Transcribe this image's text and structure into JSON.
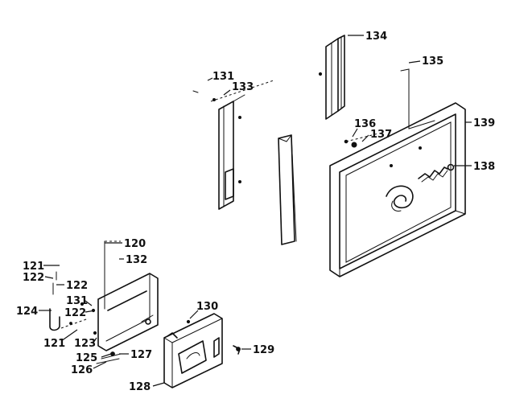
{
  "diagram": {
    "callouts": [
      {
        "id": "134",
        "text": "134"
      },
      {
        "id": "135",
        "text": "135"
      },
      {
        "id": "131a",
        "text": "131"
      },
      {
        "id": "133",
        "text": "133"
      },
      {
        "id": "136",
        "text": "136"
      },
      {
        "id": "137",
        "text": "137"
      },
      {
        "id": "139",
        "text": "139"
      },
      {
        "id": "138",
        "text": "138"
      },
      {
        "id": "120",
        "text": "120"
      },
      {
        "id": "132",
        "text": "132"
      },
      {
        "id": "121a",
        "text": "121"
      },
      {
        "id": "122a",
        "text": "122"
      },
      {
        "id": "122b",
        "text": "122"
      },
      {
        "id": "131b",
        "text": "131"
      },
      {
        "id": "122c",
        "text": "122"
      },
      {
        "id": "124",
        "text": "124"
      },
      {
        "id": "121b",
        "text": "121"
      },
      {
        "id": "123",
        "text": "123"
      },
      {
        "id": "130",
        "text": "130"
      },
      {
        "id": "125",
        "text": "125"
      },
      {
        "id": "127",
        "text": "127"
      },
      {
        "id": "126",
        "text": "126"
      },
      {
        "id": "129",
        "text": "129"
      },
      {
        "id": "128",
        "text": "128"
      }
    ]
  }
}
